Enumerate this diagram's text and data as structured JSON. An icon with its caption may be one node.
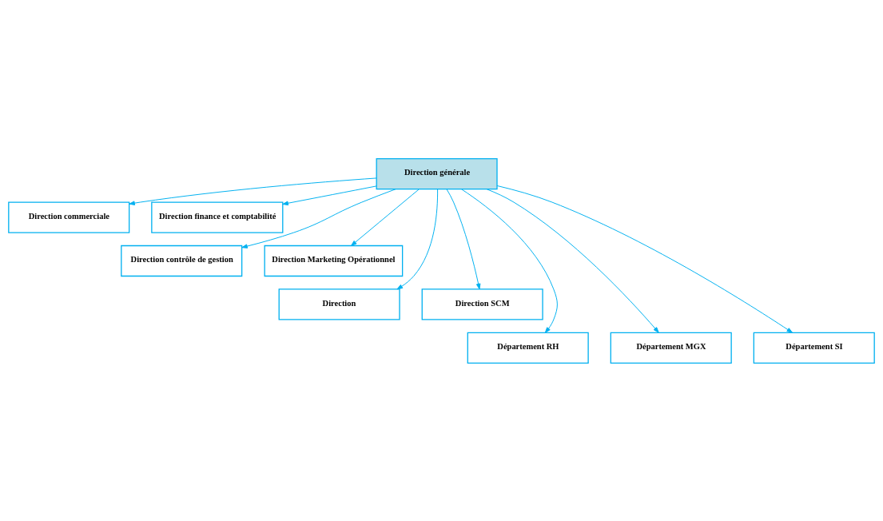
{
  "diagram": {
    "nodes": [
      {
        "text": [
          "Direction générale"
        ]
      },
      {
        "text": [
          "Direction commerciale"
        ]
      },
      {
        "text": [
          "Direction finance et comptabilité"
        ]
      },
      {
        "text": [
          "Direction contrôle de gestion"
        ]
      },
      {
        "text": [
          "Direction Marketing Opérationnel"
        ]
      },
      {
        "text": [
          "Direction"
        ]
      },
      {
        "text": [
          "Direction SCM"
        ]
      },
      {
        "text": [
          "Département RH"
        ]
      },
      {
        "text": [
          "Département MGX"
        ]
      },
      {
        "text": [
          "Département SI"
        ]
      }
    ],
    "edges": [
      {
        "from": 0,
        "to": 1,
        "arrow": "to"
      },
      {
        "from": 0,
        "to": 2,
        "arrow": "to"
      },
      {
        "from": 0,
        "to": 3,
        "arrow": "to"
      },
      {
        "from": 0,
        "to": 4,
        "arrow": "to"
      },
      {
        "from": 0,
        "to": 5,
        "arrow": "to"
      },
      {
        "from": 0,
        "to": 6,
        "arrow": "to"
      },
      {
        "from": 0,
        "to": 7,
        "arrow": "to"
      },
      {
        "from": 0,
        "to": 8,
        "arrow": "to"
      },
      {
        "from": 0,
        "to": 9,
        "arrow": "to"
      }
    ]
  }
}
